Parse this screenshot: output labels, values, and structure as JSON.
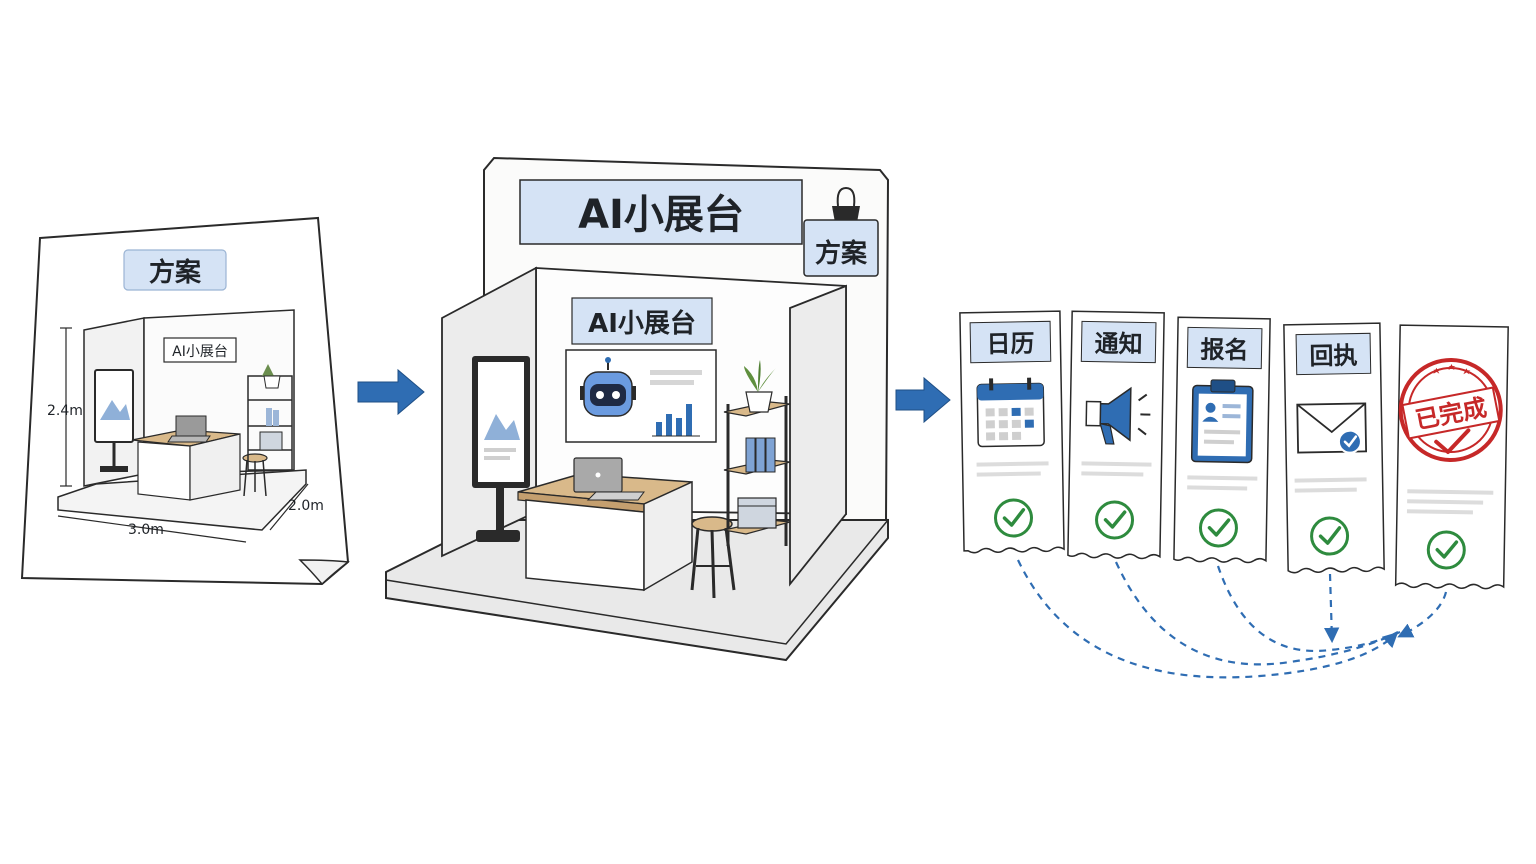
{
  "plan_sheet": {
    "title": "方案",
    "booth_sign": "AI小展台",
    "dim_height": "2.4m",
    "dim_width": "3.0m",
    "dim_depth": "2.0m"
  },
  "booth_model": {
    "header_sign": "AI小展台",
    "clip_tag": "方案",
    "wall_sign": "AI小展台"
  },
  "tickets": [
    {
      "label": "日历",
      "icon": "calendar-icon"
    },
    {
      "label": "通知",
      "icon": "megaphone-icon"
    },
    {
      "label": "报名",
      "icon": "clipboard-icon"
    },
    {
      "label": "回执",
      "icon": "envelope-icon"
    },
    {
      "label": "已完成",
      "icon": "completed-stamp-icon"
    }
  ],
  "colors": {
    "accent_blue": "#2f6db3",
    "label_bg": "#d5e3f5",
    "check_green": "#2e8b3e",
    "stamp_red": "#c62828",
    "wood": "#d9b98a"
  }
}
